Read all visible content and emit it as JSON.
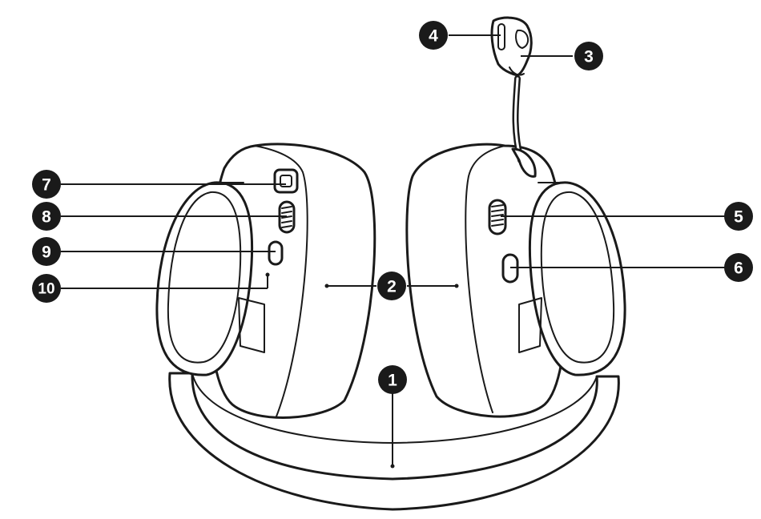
{
  "callouts": [
    {
      "id": "c1",
      "label": "1",
      "part": "headband"
    },
    {
      "id": "c2",
      "label": "2",
      "part": "ear-cups"
    },
    {
      "id": "c3",
      "label": "3",
      "part": "microphone"
    },
    {
      "id": "c4",
      "label": "4",
      "part": "microphone-mute-indicator"
    },
    {
      "id": "c5",
      "label": "5",
      "part": "right-scroll-wheel"
    },
    {
      "id": "c6",
      "label": "6",
      "part": "right-button"
    },
    {
      "id": "c7",
      "label": "7",
      "part": "usb-c-port"
    },
    {
      "id": "c8",
      "label": "8",
      "part": "left-scroll-wheel"
    },
    {
      "id": "c9",
      "label": "9",
      "part": "left-button"
    },
    {
      "id": "c10",
      "label": "10",
      "part": "status-led"
    }
  ],
  "colors": {
    "line": "#1a1a1a",
    "background": "#ffffff",
    "callout_fill": "#1a1a1a",
    "callout_text": "#ffffff"
  }
}
